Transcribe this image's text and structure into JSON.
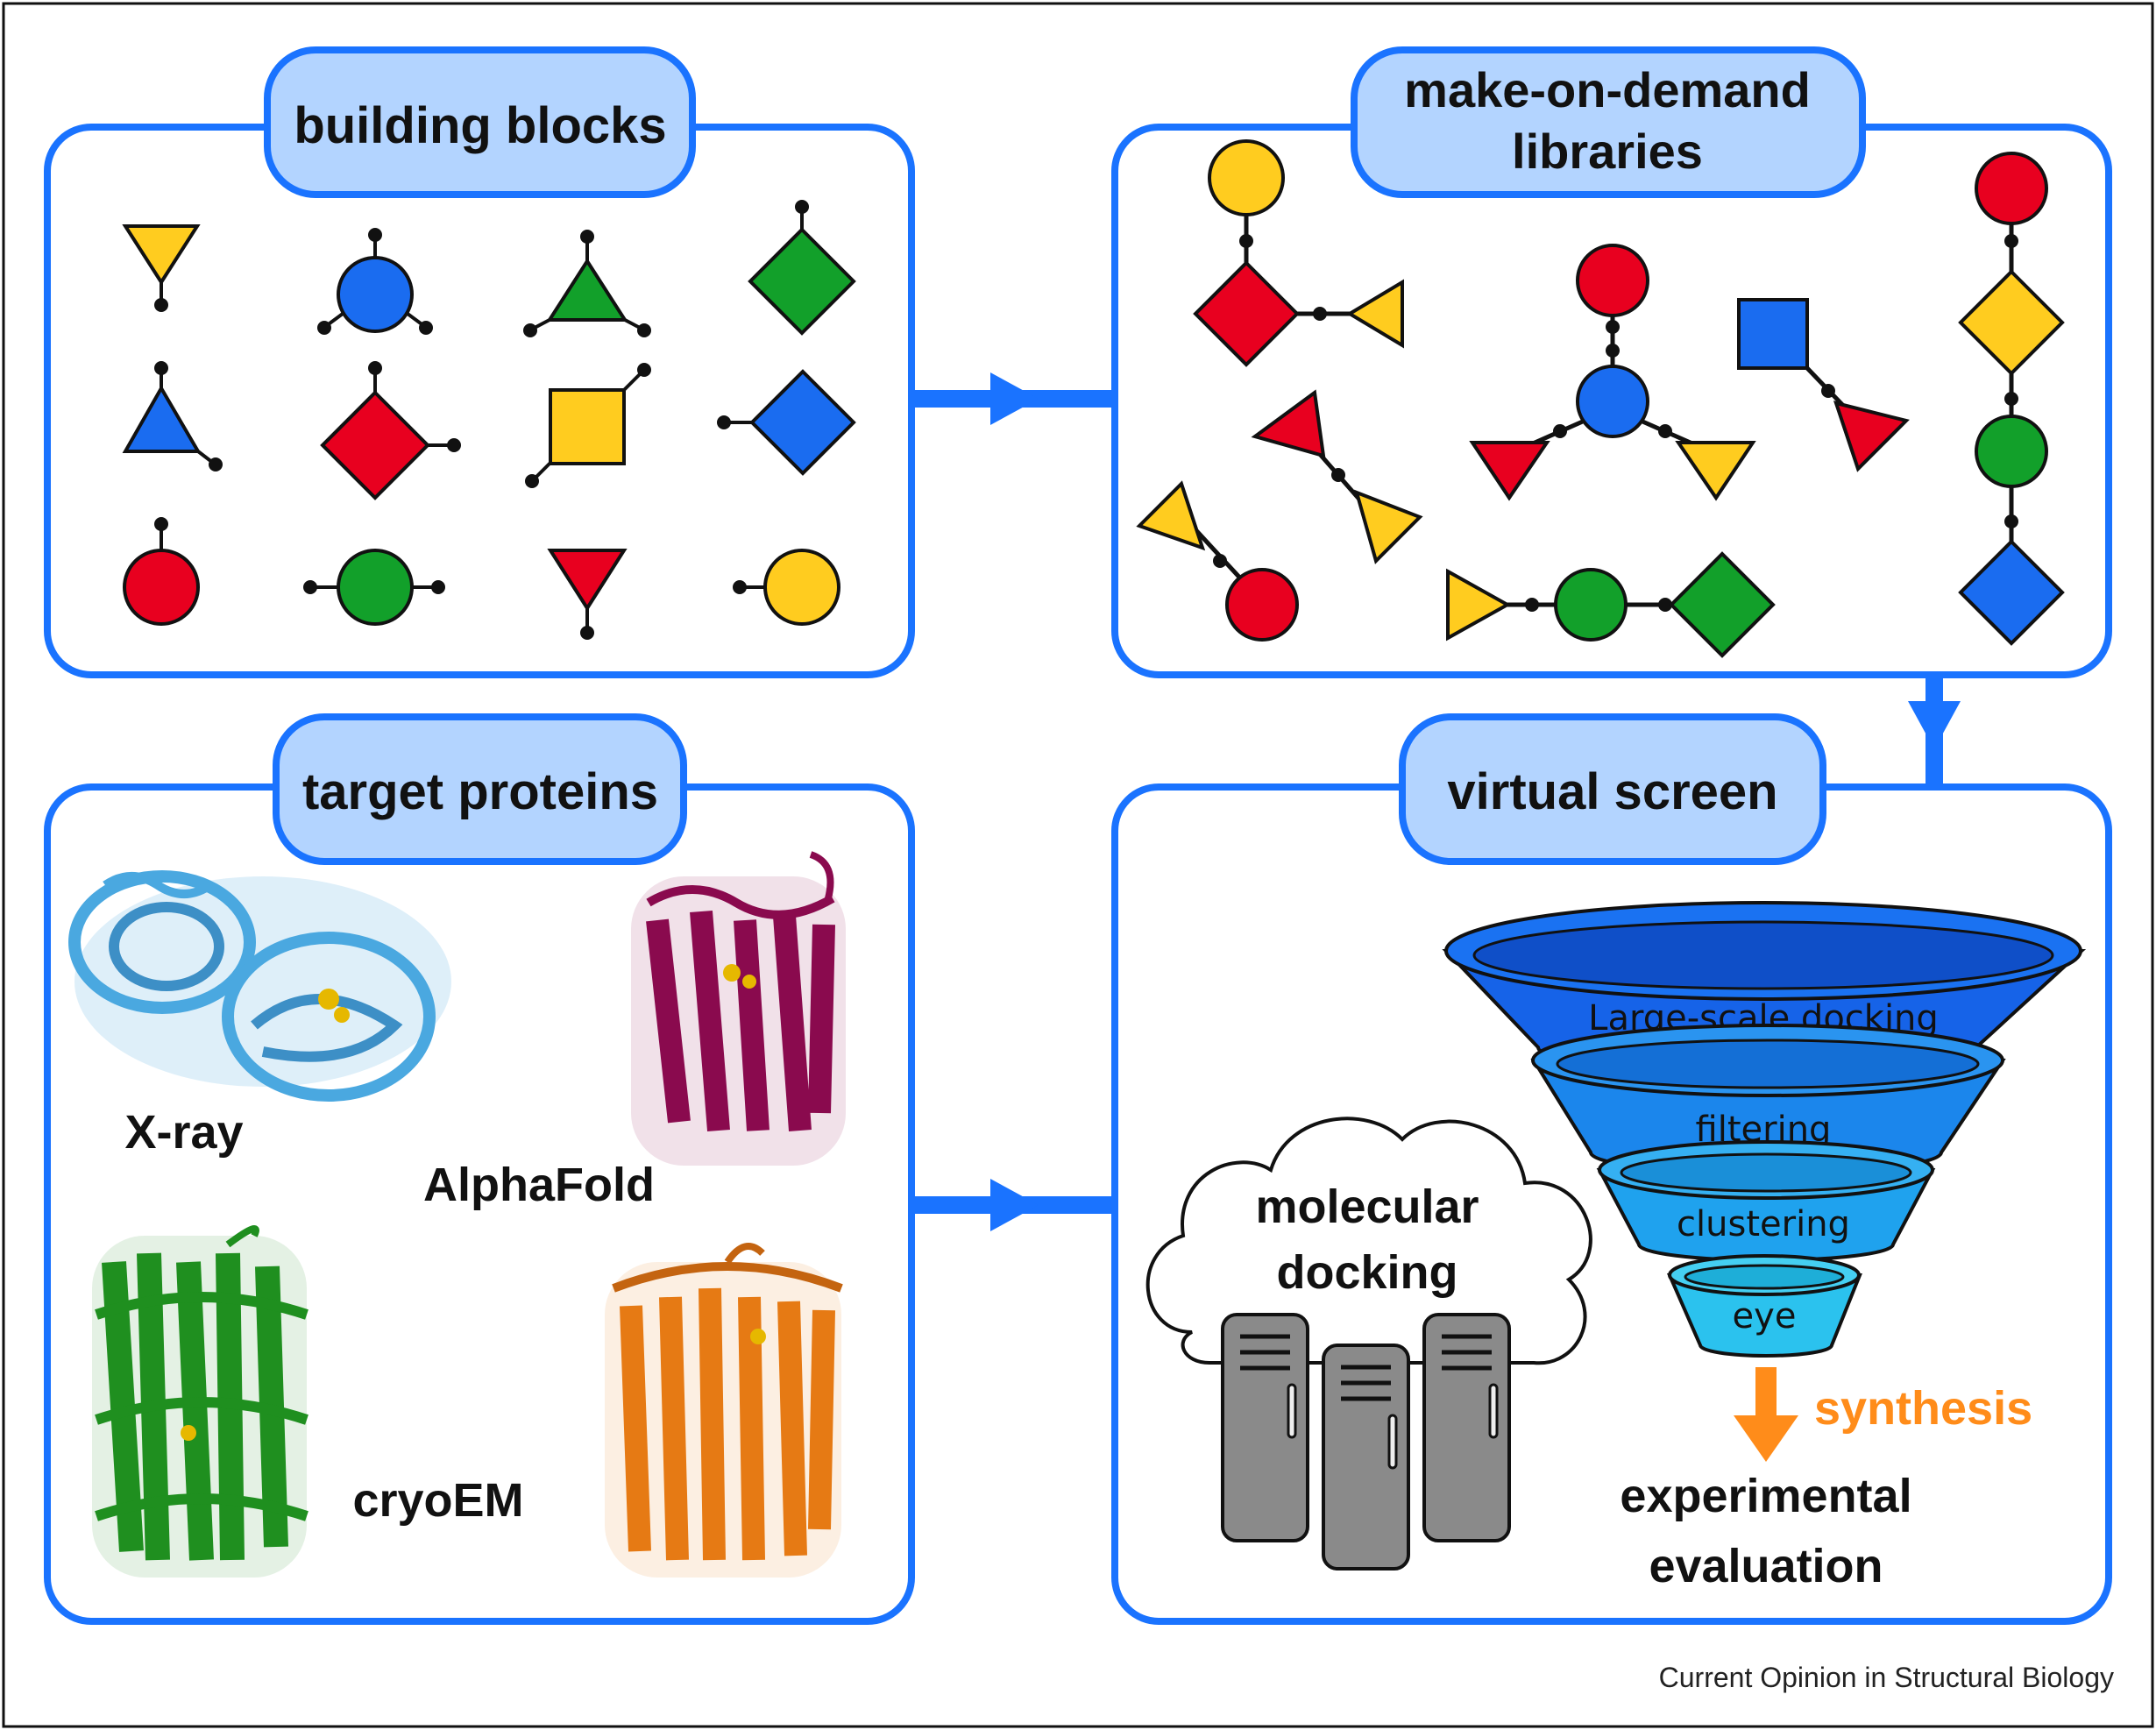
{
  "panels": {
    "building_blocks": {
      "title": "building blocks"
    },
    "libraries": {
      "title_line1": "make-on-demand",
      "title_line2": "libraries"
    },
    "targets": {
      "title": "target proteins",
      "structures": [
        "X-ray",
        "AlphaFold",
        "cryoEM"
      ]
    },
    "virtual_screen": {
      "title": "virtual screen",
      "cloud_line1": "molecular",
      "cloud_line2": "docking",
      "funnel": [
        "Large-scale docking",
        "filtering",
        "clustering",
        "eye"
      ],
      "synthesis": "synthesis",
      "output_line1": "experimental",
      "output_line2": "evaluation"
    }
  },
  "credit": "Current Opinion in Structural Biology",
  "colors": {
    "panel_border": "#1a73ff",
    "title_fill": "#b3d4ff",
    "yellow": "#ffcc1f",
    "blue": "#1a6cf0",
    "green": "#12a02a",
    "red": "#e8001f",
    "orange": "#ff8c1a",
    "xray": "#4aa8e0",
    "alphafold": "#8a0a4e",
    "cryoem": "#1f8f1f",
    "orange_protein": "#e67a14",
    "server": "#8a8a8a",
    "funnel_1": "#1663e8",
    "funnel_2": "#1b86ec",
    "funnel_3": "#1fa2ee",
    "funnel_4": "#2bc2ee"
  }
}
